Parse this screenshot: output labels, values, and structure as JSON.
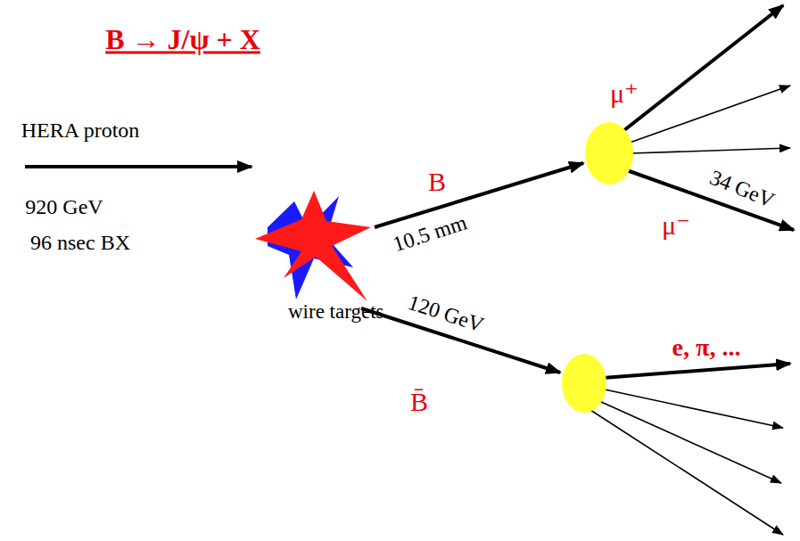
{
  "diagram": {
    "title": "B → J/ψ + X",
    "nodes": [
      {
        "text": [
          "wire targets"
        ]
      }
    ],
    "labels": [
      "HERA proton",
      "920 GeV",
      "96 nsec BX",
      "B",
      "10.5 mm",
      "μ⁺",
      "34 GeV",
      "μ⁻",
      "120 GeV",
      "B̄",
      "e, π, ..."
    ]
  }
}
